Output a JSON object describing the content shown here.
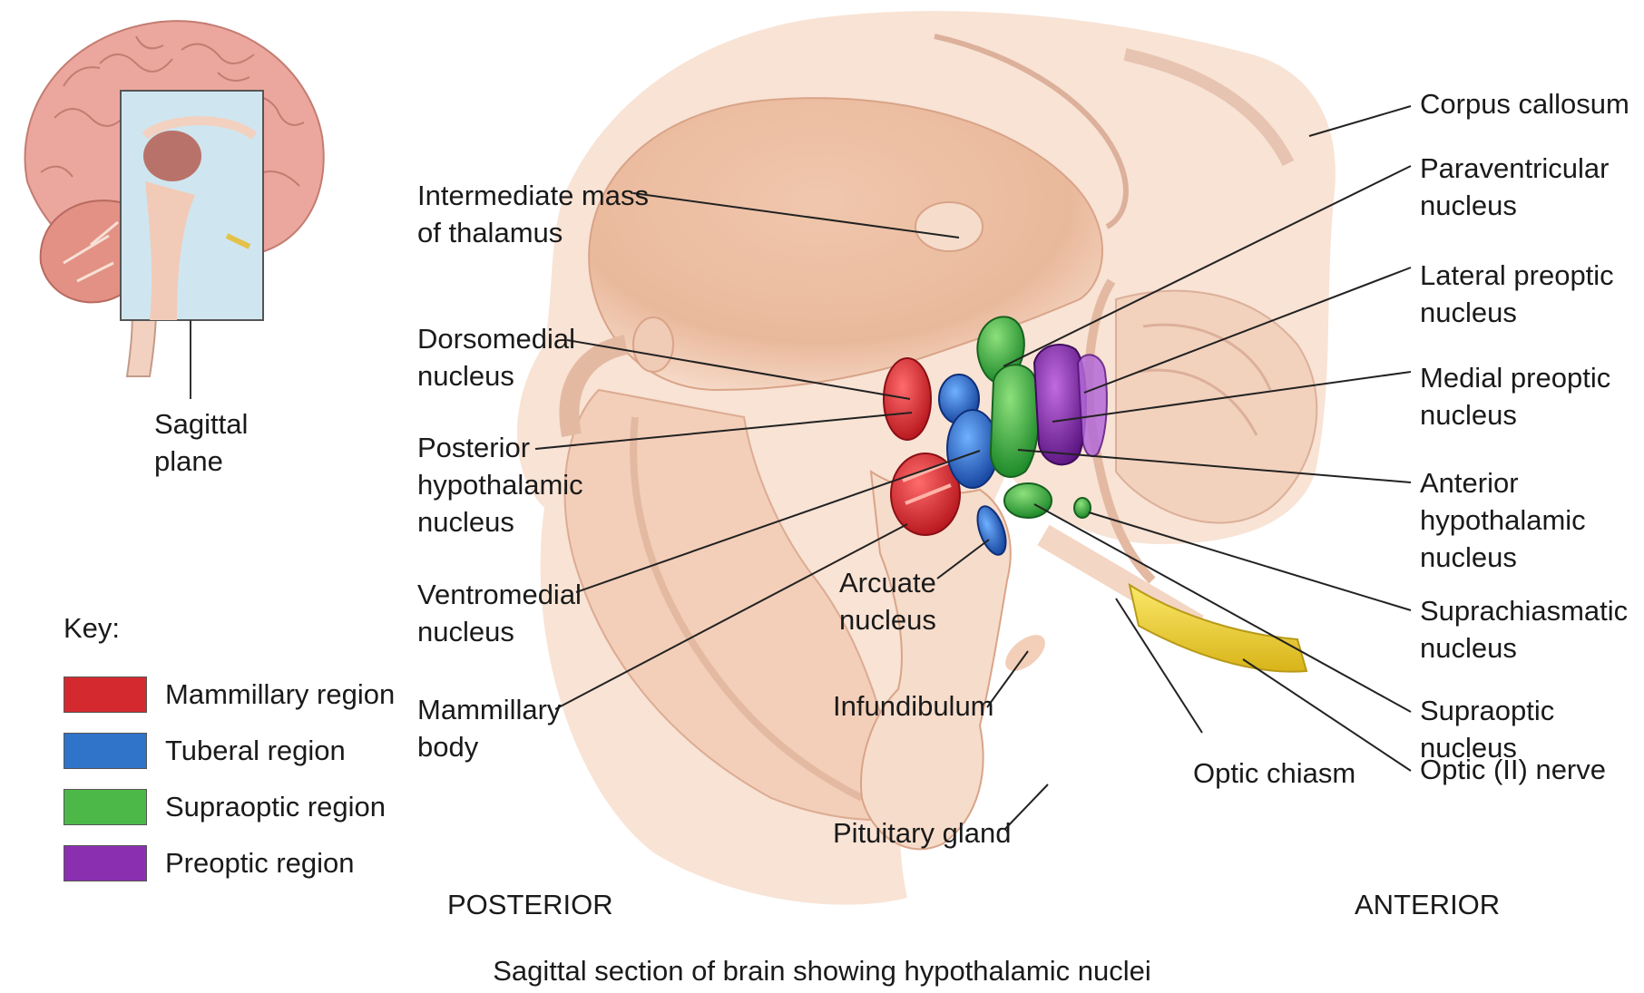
{
  "labels": {
    "sagittal_plane": "Sagittal\nplane",
    "intermediate_mass": "Intermediate mass\nof thalamus",
    "dorsomedial": "Dorsomedial\nnucleus",
    "posterior_hypothalamic": "Posterior\nhypothalamic\nnucleus",
    "ventromedial": "Ventromedial\nnucleus",
    "mammillary_body": "Mammillary\nbody",
    "arcuate": "Arcuate\nnucleus",
    "infundibulum": "Infundibulum",
    "pituitary_gland": "Pituitary gland",
    "optic_chiasm": "Optic chiasm",
    "corpus_callosum": "Corpus callosum",
    "paraventricular": "Paraventricular\nnucleus",
    "lateral_preoptic": "Lateral preoptic\nnucleus",
    "medial_preoptic": "Medial preoptic\nnucleus",
    "anterior_hypothalamic": "Anterior\nhypothalamic\nnucleus",
    "suprachiasmatic": "Suprachiasmatic\nnucleus",
    "supraoptic": "Supraoptic nucleus",
    "optic_nerve": "Optic (II) nerve"
  },
  "orientation": {
    "posterior": "POSTERIOR",
    "anterior": "ANTERIOR"
  },
  "key": {
    "title": "Key:",
    "items": [
      {
        "label": "Mammillary region",
        "color": "#d42a2f"
      },
      {
        "label": "Tuberal region",
        "color": "#2f74c9"
      },
      {
        "label": "Supraoptic region",
        "color": "#4cb848"
      },
      {
        "label": "Preoptic region",
        "color": "#8a2fb0"
      }
    ]
  },
  "caption": "Sagittal section of brain showing hypothalamic nuclei",
  "colors": {
    "tissue": "#f2cdb5",
    "tissue_dark": "#e2ad90",
    "tissue_light": "#f8e2d2",
    "brain_pink": "#e9a79c",
    "plane_blue": "#cfe6f0",
    "optic_nerve": "#f0d23a"
  }
}
